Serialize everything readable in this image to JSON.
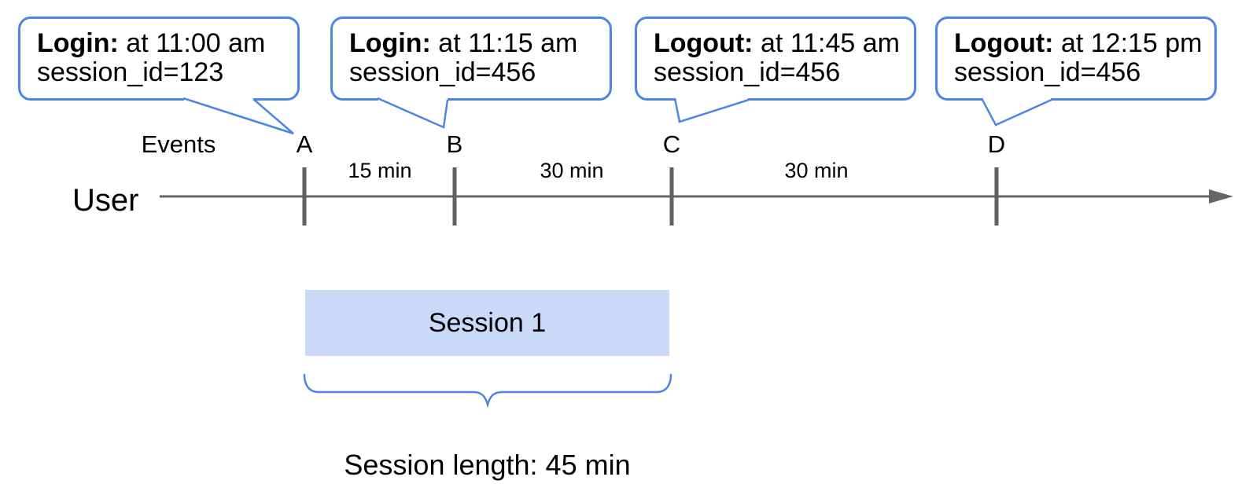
{
  "labels": {
    "events_title": "Events",
    "user": "User",
    "session_box": "Session 1",
    "session_length": "Session length: 45 min"
  },
  "bubbles": [
    {
      "event": "A",
      "bold": "Login:",
      "rest": " at 11:00 am",
      "line2": "session_id=123"
    },
    {
      "event": "B",
      "bold": "Login:",
      "rest": " at 11:15 am",
      "line2": "session_id=456"
    },
    {
      "event": "C",
      "bold": "Logout:",
      "rest": " at 11:45 am",
      "line2": "session_id=456"
    },
    {
      "event": "D",
      "bold": "Logout:",
      "rest": " at 12:15 pm",
      "line2": "session_id=456"
    }
  ],
  "events": [
    {
      "label": "A"
    },
    {
      "label": "B"
    },
    {
      "label": "C"
    },
    {
      "label": "D"
    }
  ],
  "intervals": [
    {
      "label": "15 min"
    },
    {
      "label": "30 min"
    },
    {
      "label": "30 min"
    }
  ],
  "icons": {
    "timeline_arrowhead": "right-arrowhead-triangle"
  },
  "colors": {
    "accent_blue": "#4a86e8",
    "session_fill": "#c9daf8",
    "line_gray": "#666666",
    "tick_gray": "#606060",
    "text": "#000000"
  }
}
